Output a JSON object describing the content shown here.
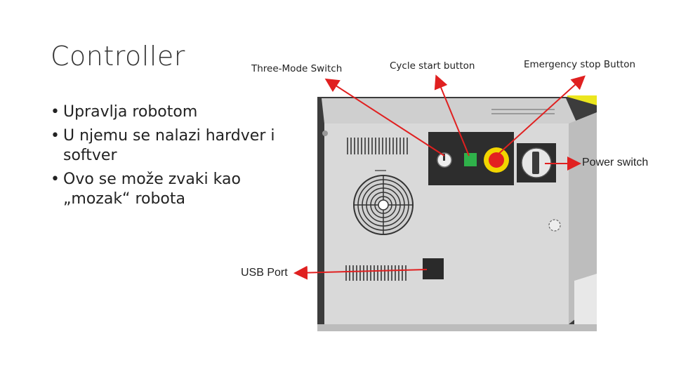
{
  "slide": {
    "title": "Controller",
    "bullets": [
      "Upravlja robotom",
      "U njemu se nalazi hardver i softver",
      "Ovo se može zvaki kao „mozak“ robota"
    ]
  },
  "callouts": {
    "three_mode_switch": "Three-Mode Switch",
    "cycle_start": "Cycle start button",
    "emergency_stop": "Emergency stop Button",
    "power_switch": "Power switch",
    "usb_port": "USB Port"
  },
  "colors": {
    "arrow": "#e02020",
    "housing_yellow": "#ece61e",
    "panel_grey": "#d9d9d9",
    "start_green": "#2fb14a",
    "estop_red": "#e32020",
    "estop_ring": "#f2d500"
  }
}
